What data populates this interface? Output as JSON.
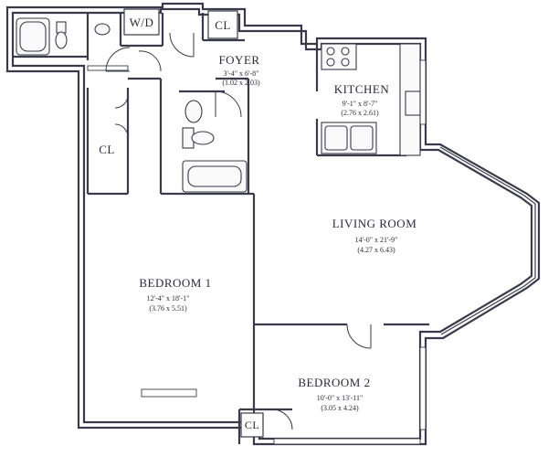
{
  "rooms": {
    "foyer": {
      "name": "FOYER",
      "dim_imperial": "3'-4\" x 6'-8\"",
      "dim_metric": "(1.02 x 2.03)"
    },
    "kitchen": {
      "name": "KITCHEN",
      "dim_imperial": "9'-1\" x 8'-7\"",
      "dim_metric": "(2.76 x 2.61)"
    },
    "living_room": {
      "name": "LIVING ROOM",
      "dim_imperial": "14'-0\" x 21'-9\"",
      "dim_metric": "(4.27 x 6.43)"
    },
    "bedroom1": {
      "name": "BEDROOM 1",
      "dim_imperial": "12'-4\" x 18'-1\"",
      "dim_metric": "(3.76 x 5.51)"
    },
    "bedroom2": {
      "name": "BEDROOM 2",
      "dim_imperial": "10'-0\" x 13'-11\"",
      "dim_metric": "(3.05 x 4.24)"
    }
  },
  "labels": {
    "washer_dryer": "W/D",
    "closet_top": "CL",
    "closet_left": "CL",
    "closet_bottom": "CL"
  },
  "colors": {
    "line": "#3a3a4a",
    "text": "#2a2a3a",
    "background": "#ffffff"
  }
}
